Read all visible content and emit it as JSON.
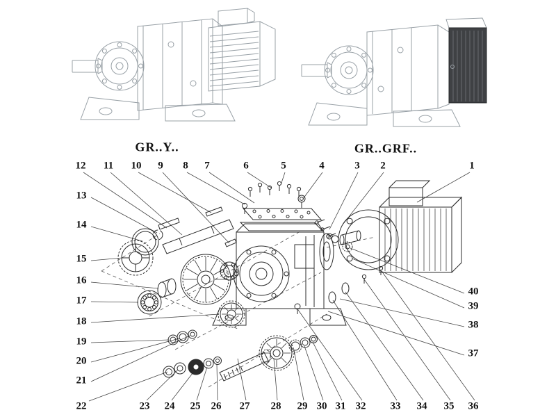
{
  "figures": {
    "left_label": "GR..Y..",
    "right_label": "GR..GRF.."
  },
  "callouts": {
    "1": "1",
    "2": "2",
    "3": "3",
    "4": "4",
    "5": "5",
    "6": "6",
    "7": "7",
    "8": "8",
    "9": "9",
    "10": "10",
    "11": "11",
    "12": "12",
    "13": "13",
    "14": "14",
    "15": "15",
    "16": "16",
    "17": "17",
    "18": "18",
    "19": "19",
    "20": "20",
    "21": "21",
    "22": "22",
    "23": "23",
    "24": "24",
    "25": "25",
    "26": "26",
    "27": "27",
    "28": "28",
    "29": "29",
    "30": "30",
    "31": "31",
    "32": "32",
    "33": "33",
    "34": "34",
    "35": "35",
    "36": "36",
    "37": "37",
    "38": "38",
    "39": "39",
    "40": "40"
  }
}
